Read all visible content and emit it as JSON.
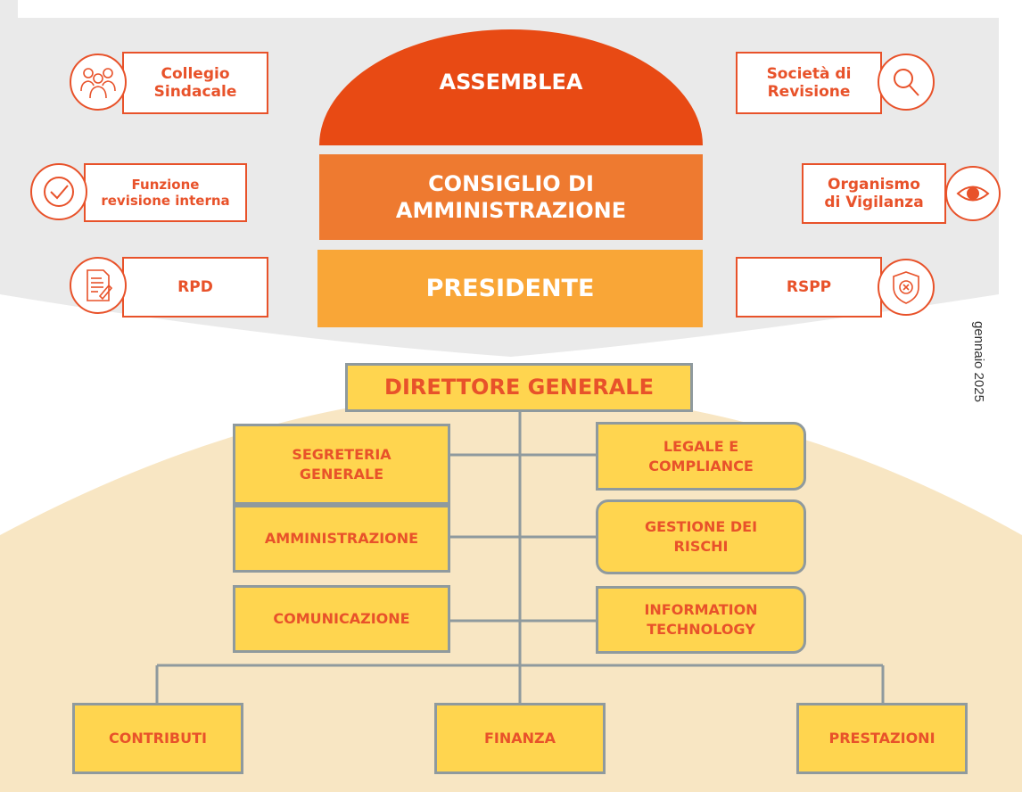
{
  "governance": {
    "assemblea": "ASSEMBLEA",
    "consiglio": "CONSIGLIO DI\nAMMINISTRAZIONE",
    "presidente": "PRESIDENTE"
  },
  "left_boxes": [
    {
      "label": "Collegio\nSindacale",
      "icon": "group-icon"
    },
    {
      "label": "Funzione\nrevisione interna",
      "icon": "check-icon"
    },
    {
      "label": "RPD",
      "icon": "document-icon"
    }
  ],
  "right_boxes": [
    {
      "label": "Società di\nRevisione",
      "icon": "magnifier-icon"
    },
    {
      "label": "Organismo\ndi Vigilanza",
      "icon": "eye-icon"
    },
    {
      "label": "RSPP",
      "icon": "shield-icon"
    }
  ],
  "org": {
    "direttore": "DIRETTORE GENERALE",
    "staff_left": [
      "SEGRETERIA\nGENERALE",
      "AMMINISTRAZIONE",
      "COMUNICAZIONE"
    ],
    "staff_right": [
      "LEGALE E\nCOMPLIANCE",
      "GESTIONE DEI\nRISCHI",
      "INFORMATION\nTECHNOLOGY"
    ],
    "bottom": [
      "CONTRIBUTI",
      "FINANZA",
      "PRESTAZIONI"
    ]
  },
  "date": "gennaio 2025",
  "colors": {
    "assemblea": "#e84a14",
    "consiglio": "#ee7a30",
    "presidente": "#f9a637",
    "accent": "#e8522a",
    "box_fill": "#ffd54f",
    "connector": "#8f9a9e",
    "top_bg": "#eaeaea",
    "bottom_bg": "#f8e6c3"
  }
}
